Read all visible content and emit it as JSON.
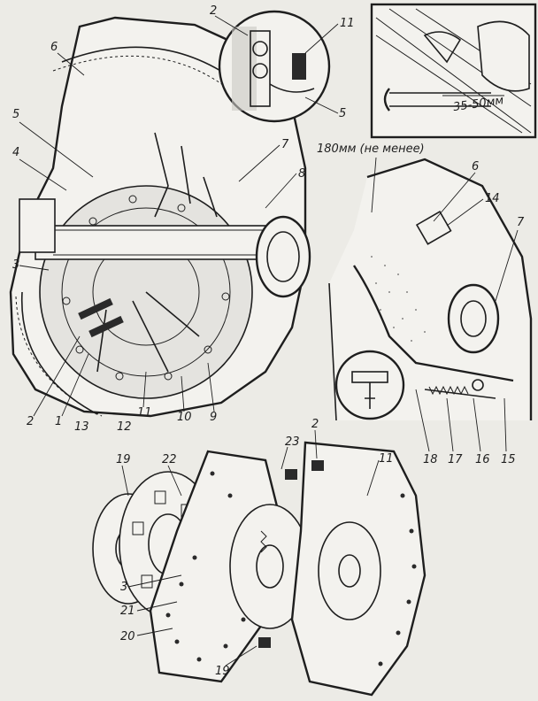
{
  "dimension_labels": {
    "min_distance": "180мм (не менее)",
    "inset_range": "35-50мм"
  },
  "callouts": {
    "main": [
      "6",
      "5",
      "4",
      "3",
      "2",
      "1",
      "13",
      "12",
      "11",
      "10",
      "9",
      "8",
      "7"
    ],
    "detail_top": [
      "2",
      "11",
      "5"
    ],
    "linkage": [
      "6",
      "14",
      "7",
      "18",
      "17",
      "16",
      "15"
    ],
    "exploded": [
      "19",
      "22",
      "23",
      "2",
      "11",
      "3",
      "21",
      "20",
      "19"
    ]
  }
}
